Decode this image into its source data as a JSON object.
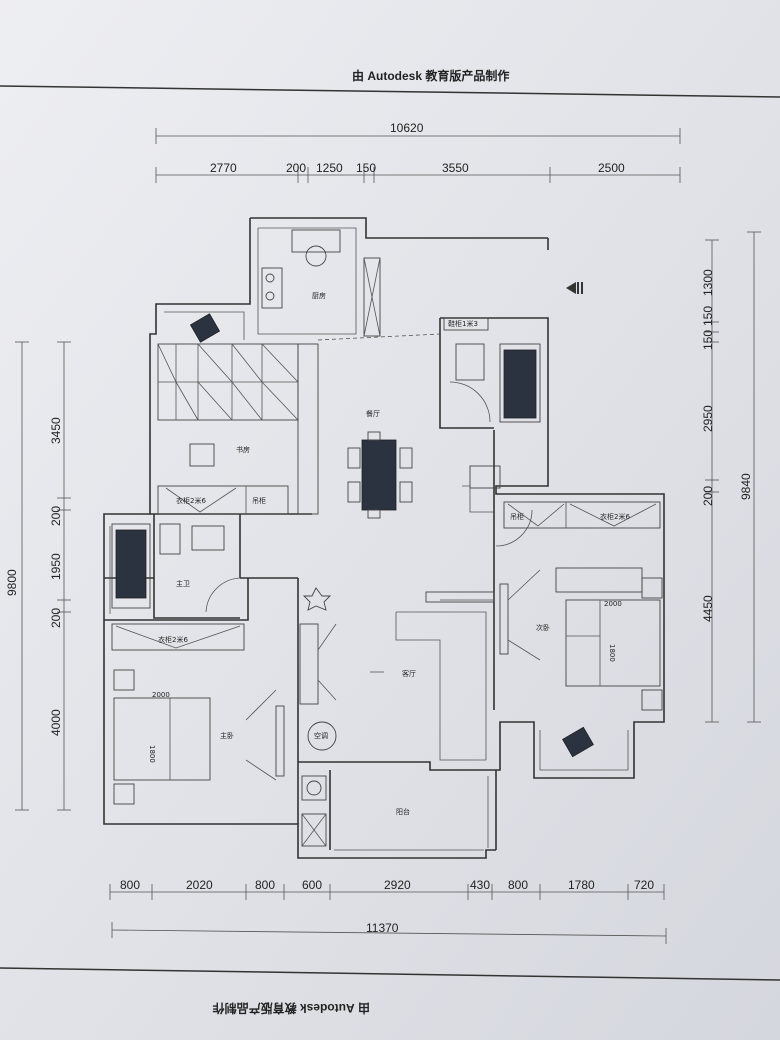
{
  "watermark_top": "由 Autodesk 教育版产品制作",
  "watermark_bottom": "由 Autodesk 教育版产品制作",
  "dimensions": {
    "top_total": "10620",
    "top_segments": [
      "2770",
      "200",
      "1250",
      "150",
      "3550",
      "2500"
    ],
    "bottom_segments": [
      "800",
      "2020",
      "800",
      "600",
      "2920",
      "430",
      "800",
      "1780",
      "720"
    ],
    "bottom_total": "11370",
    "left_total": "9800",
    "left_segments": [
      "3450",
      "200",
      "1950",
      "200",
      "4000"
    ],
    "right_total": "9840",
    "right_segments": [
      "1300",
      "150",
      "150",
      "2950",
      "200",
      "4450"
    ]
  },
  "rooms": {
    "kitchen": "厨房",
    "dining": "餐厅",
    "living": "客厅",
    "study": "书房",
    "master_bath": "主卫",
    "master_bed": "主卧",
    "second_bed": "次卧",
    "balcony": "阳台",
    "ac": "空调"
  },
  "cabinet_labels": {
    "study_wardrobe": "衣柜2米6",
    "study_hanging": "吊柜",
    "master_wardrobe": "衣柜2米6",
    "second_hanging": "吊柜",
    "second_wardrobe": "衣柜2米6",
    "shoe_cabinet": "鞋柜1米3"
  },
  "bed_sizes": {
    "master_width": "2000",
    "master_length": "1800",
    "second_width": "2000",
    "second_length": "1800"
  }
}
